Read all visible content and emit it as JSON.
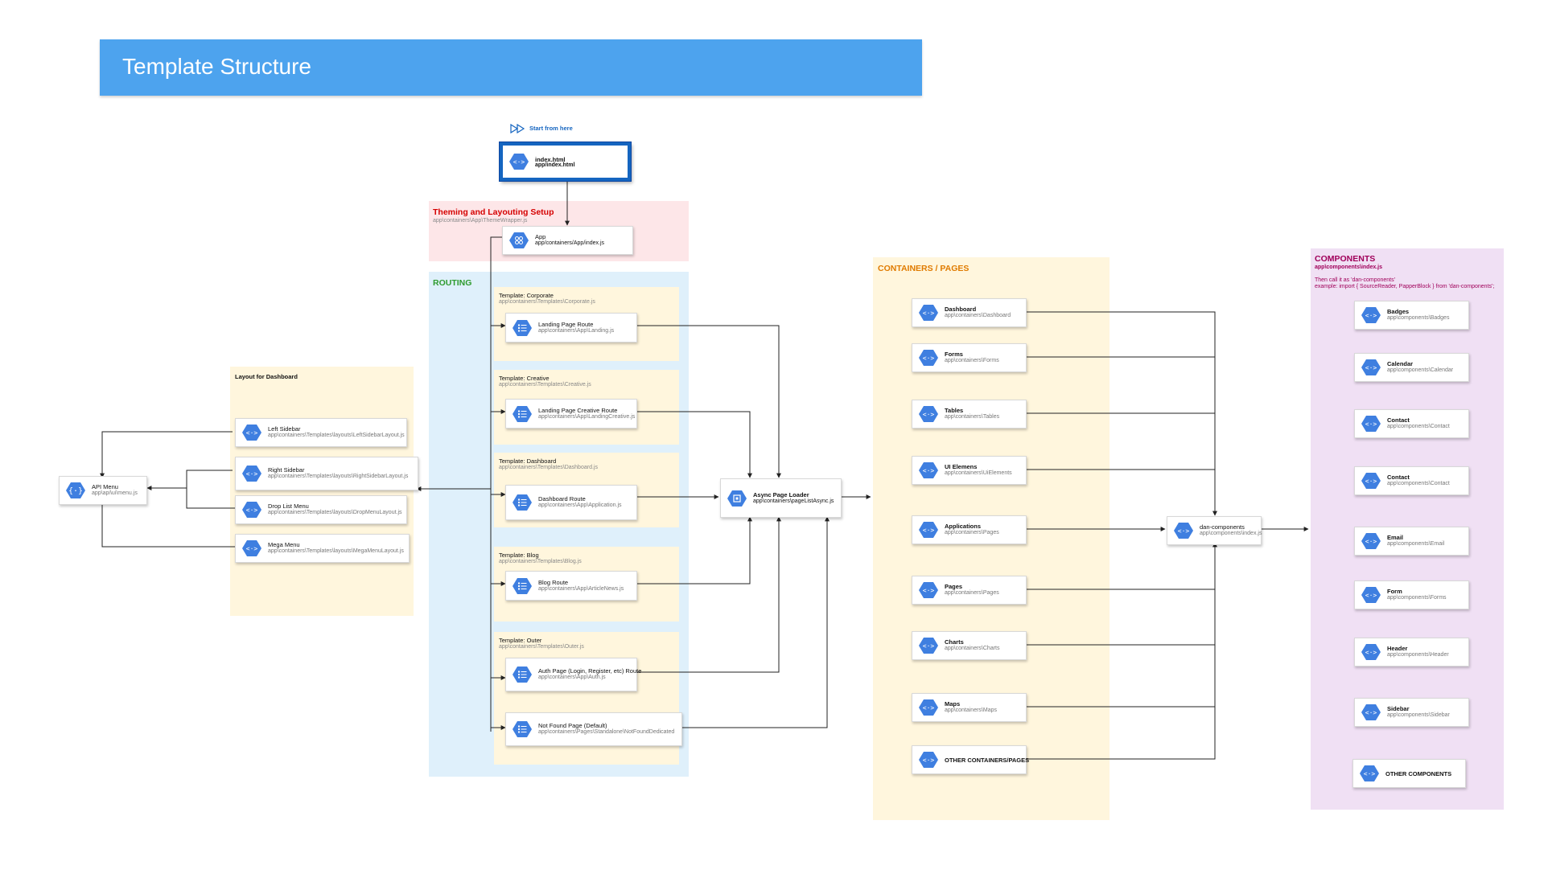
{
  "header": {
    "title": "Template Structure"
  },
  "colors": {
    "header": "#4da3ee",
    "routing_bg": "#dff0fb",
    "theming_bg": "#fde6e8",
    "container_bg": "#fff6dd",
    "components_bg": "#f0e0f4",
    "icon": "#3f7fe0"
  },
  "start": {
    "label": "Start from here"
  },
  "index": {
    "title": "index.html",
    "path": "app/index.html"
  },
  "theming": {
    "title": "Theming and Layouting Setup",
    "path": "app\\containers\\App\\ThemeWrapper.js"
  },
  "app": {
    "title": "App",
    "path": "app/containers/App/index.js"
  },
  "routing": {
    "title": "ROUTING",
    "templates": [
      {
        "label": "Template: Corporate",
        "path": "app\\containers\\Templates\\Corporate.js",
        "route": {
          "title": "Landing Page Route",
          "path": "app\\containers\\App\\Landing.js"
        }
      },
      {
        "label": "Template: Creative",
        "path": "app\\containers\\Templates\\Creative.js",
        "route": {
          "title": "Landing Page Creative Route",
          "path": "app\\containers\\App\\LandingCreative.js"
        }
      },
      {
        "label": "Template: Dashboard",
        "path": "app\\containers\\Templates\\Dashboard.js",
        "route": {
          "title": "Dashboard Route",
          "path": "app\\containers\\App\\Application.js"
        }
      },
      {
        "label": "Template: Blog",
        "path": "app\\containers\\Templates\\Blog.js",
        "route": {
          "title": "Blog Route",
          "path": "app\\containers\\App\\ArticleNews.js"
        }
      },
      {
        "label": "Template: Outer",
        "path": "app\\containers\\Templates\\Outer.js",
        "route": {
          "title": "Auth Page (Login, Register, etc) Route",
          "path": "app\\containers\\App\\Auth.js"
        }
      }
    ],
    "notfound": {
      "title": "Not Found Page (Default)",
      "path": "app\\containers\\Pages\\Standalone\\NotFoundDedicated"
    }
  },
  "layout": {
    "title": "Layout for Dashboard",
    "items": [
      {
        "title": "Left Sidebar",
        "path": "app\\containers\\Templates\\layouts\\LeftSidebarLayout.js"
      },
      {
        "title": "Right Sidebar",
        "path": "app\\containers\\Templates\\layouts\\RightSidebarLayout.js"
      },
      {
        "title": "Drop List Menu",
        "path": "app\\containers\\Templates\\layouts\\DropMenuLayout.js"
      },
      {
        "title": "Mega Menu",
        "path": "app\\containers\\Templates\\layouts\\MegaMenuLayout.js"
      }
    ]
  },
  "api": {
    "title": "API Menu",
    "path": "app\\api\\ui\\menu.js"
  },
  "loader": {
    "title": "Async Page Loader",
    "path": "app\\containers\\pageListAsync.js"
  },
  "containers": {
    "title": "CONTAINERS / PAGES",
    "items": [
      {
        "title": "Dashboard",
        "path": "app\\containers\\Dashboard"
      },
      {
        "title": "Forms",
        "path": "app\\containers\\Forms"
      },
      {
        "title": "Tables",
        "path": "app\\containers\\Tables"
      },
      {
        "title": "UI Elemens",
        "path": "app\\containers\\UiElements"
      },
      {
        "title": "Applications",
        "path": "app\\containers\\Pages"
      },
      {
        "title": "Pages",
        "path": "app\\containers\\Pages"
      },
      {
        "title": "Charts",
        "path": "app\\containers\\Charts"
      },
      {
        "title": "Maps",
        "path": "app\\containers\\Maps"
      },
      {
        "title": "OTHER CONTAINERS/PAGES",
        "path": ""
      }
    ]
  },
  "dan": {
    "title": "dan-components",
    "path": "app\\components\\index.js"
  },
  "components": {
    "title": "COMPONENTS",
    "path": "app\\components\\index.js",
    "note1": "Then call it as 'dan-components'",
    "note2": "example: import { SourceReader, PapperBlock } from 'dan-components';",
    "items": [
      {
        "title": "Badges",
        "path": "app\\components\\Badges"
      },
      {
        "title": "Calendar",
        "path": "app\\components\\Calendar"
      },
      {
        "title": "Contact",
        "path": "app\\components\\Contact"
      },
      {
        "title": "Contact",
        "path": "app\\components\\Contact"
      },
      {
        "title": "Email",
        "path": "app\\components\\Email"
      },
      {
        "title": "Form",
        "path": "app\\components\\Forms"
      },
      {
        "title": "Header",
        "path": "app\\components\\Header"
      },
      {
        "title": "Sidebar",
        "path": "app\\components\\Sidebar"
      },
      {
        "title": "OTHER COMPONENTS",
        "path": ""
      }
    ]
  }
}
